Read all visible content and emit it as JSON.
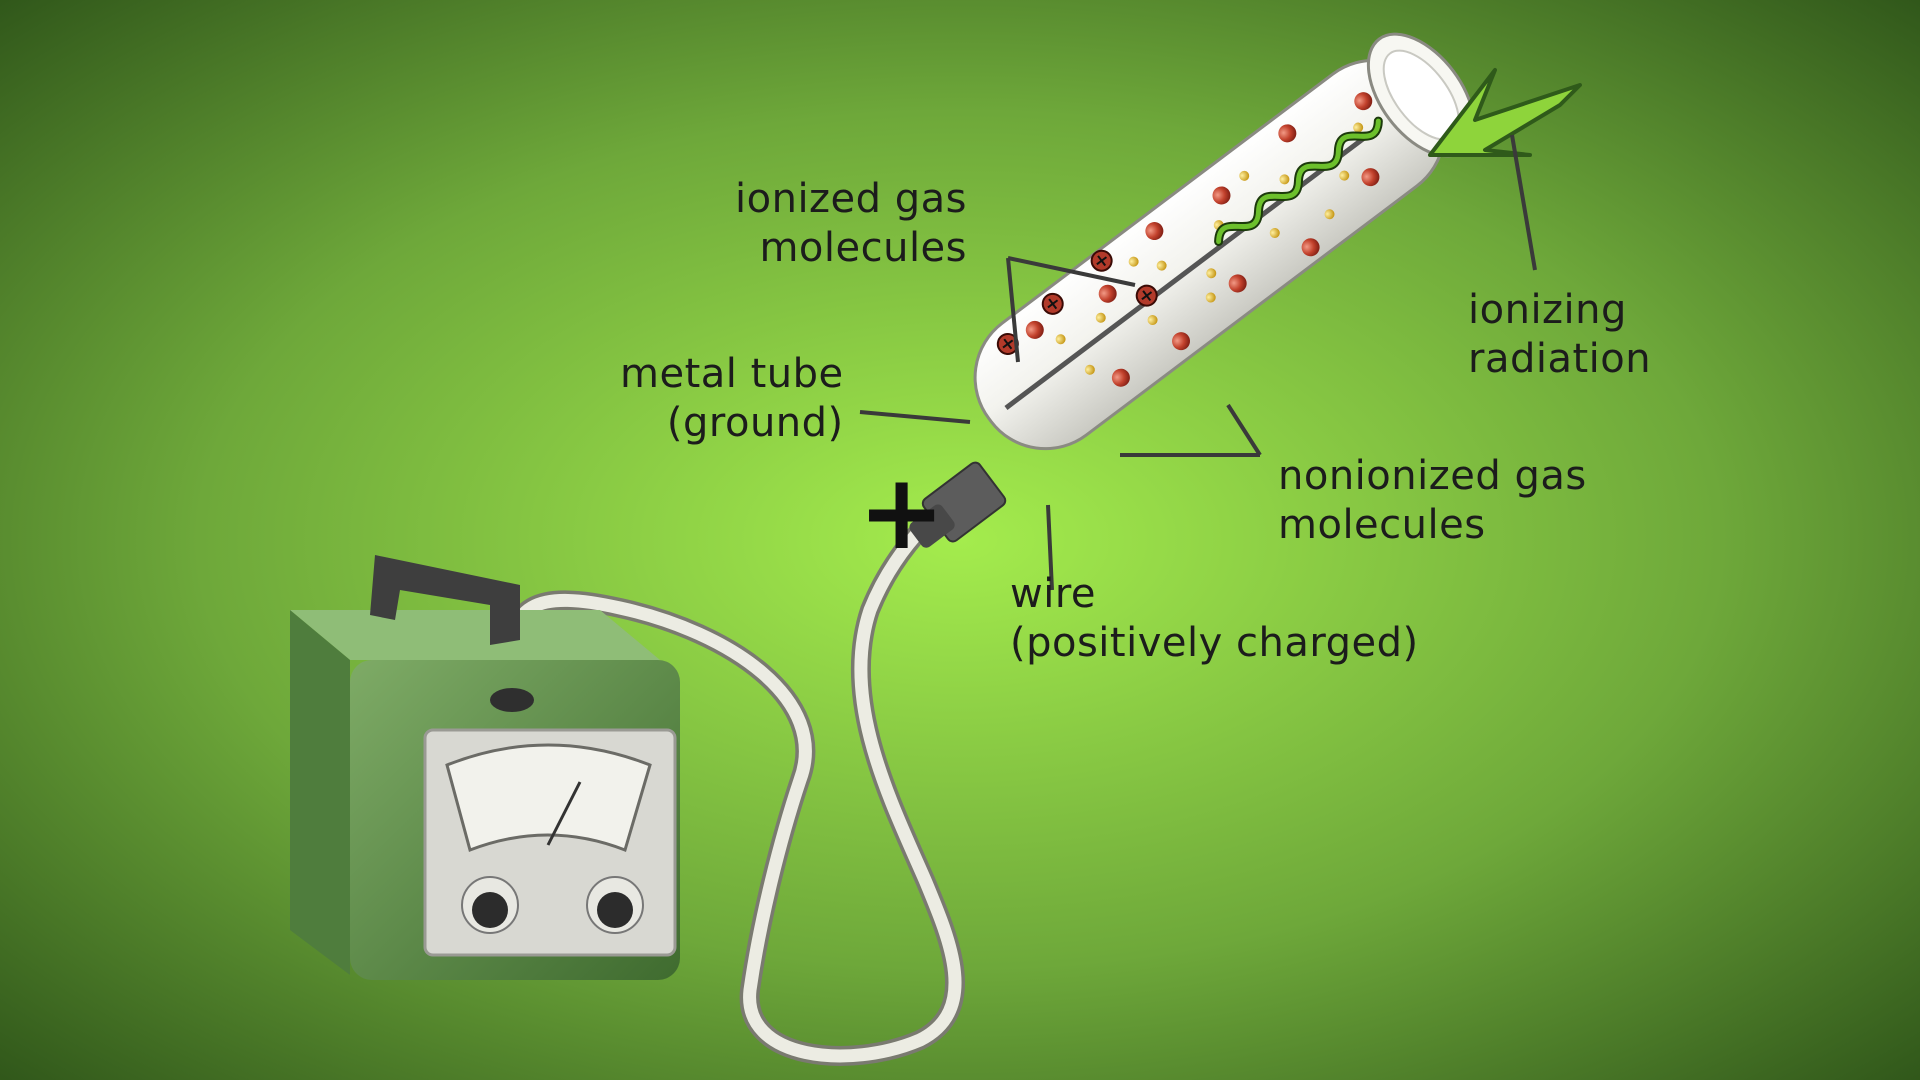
{
  "labels": {
    "ionized_gas": [
      "ionized gas",
      "molecules"
    ],
    "metal_tube": [
      "metal tube",
      "(ground)"
    ],
    "ionizing_radiation": [
      "ionizing",
      "radiation"
    ],
    "nonionized_gas": [
      "nonionized gas",
      "molecules"
    ],
    "wire": [
      "wire",
      "(positively charged)"
    ],
    "plus": "+"
  },
  "icons": [
    "radiation-arrow-icon",
    "radiation-wave-icon",
    "meter-icon",
    "knob-icon"
  ],
  "colors": {
    "background_center": "#9fe64a",
    "background_edge": "#2f5a1a",
    "arrow": "#8ed43b",
    "wave": "#6cc02c",
    "device_body": "#5c8f48",
    "gas_ionized": "#b23a2a",
    "gas_neutral": "#d9b52a"
  }
}
